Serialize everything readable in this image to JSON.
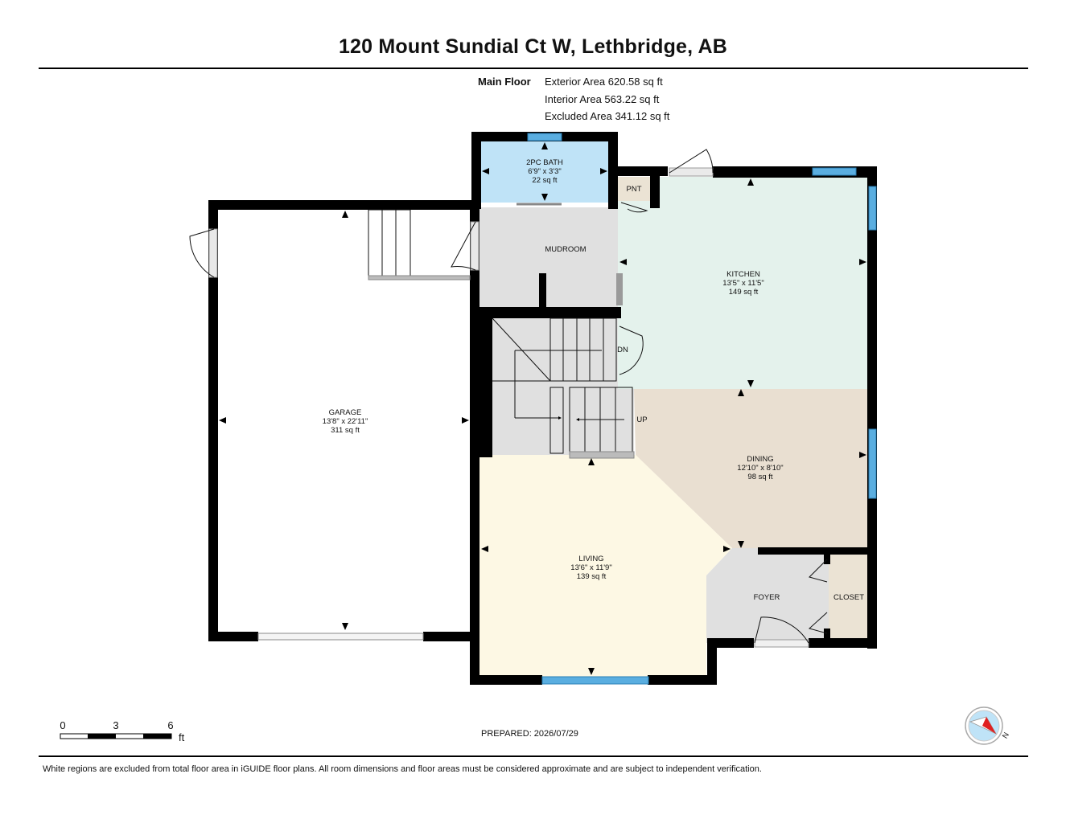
{
  "header": {
    "title": "120 Mount Sundial Ct W, Lethbridge, AB",
    "floor_label": "Main Floor",
    "exterior_area": "Exterior Area 620.58 sq ft",
    "interior_area": "Interior Area 563.22 sq ft",
    "excluded_area": "Excluded Area 341.12 sq ft"
  },
  "rooms": {
    "bath": {
      "name": "2PC BATH",
      "dims": "6'9\" x 3'3\"",
      "area": "22 sq ft"
    },
    "pantry": {
      "name": "PNT"
    },
    "mudroom": {
      "name": "MUDROOM"
    },
    "kitchen": {
      "name": "KITCHEN",
      "dims": "13'5\" x 11'5\"",
      "area": "149 sq ft"
    },
    "garage": {
      "name": "GARAGE",
      "dims": "13'8\" x 22'11\"",
      "area": "311 sq ft"
    },
    "dining": {
      "name": "DINING",
      "dims": "12'10\" x 8'10\"",
      "area": "98 sq ft"
    },
    "living": {
      "name": "LIVING",
      "dims": "13'6\" x 11'9\"",
      "area": "139 sq ft"
    },
    "foyer": {
      "name": "FOYER"
    },
    "closet": {
      "name": "CLOSET"
    }
  },
  "stairs": {
    "down_label": "DN",
    "up_label": "UP"
  },
  "scale_bar": {
    "ticks": [
      "0",
      "3",
      "6"
    ],
    "unit": "ft"
  },
  "compass": {
    "icon": "north-compass-icon",
    "letter": "N"
  },
  "footer": {
    "prepared": "PREPARED: 2026/07/29",
    "disclaimer": "White regions are excluded from total floor area in iGUIDE floor plans. All room dimensions and floor areas must be considered approximate and are subject to independent verification."
  },
  "colors": {
    "wall": "#000000",
    "window": "#5aaee0",
    "bath": "#bfe3f7",
    "kitchen": "#e4f2ec",
    "dining": "#e9dfd1",
    "living": "#fdf8e4",
    "utility": "#e0e0e0",
    "pantry": "#ebe3d4"
  }
}
